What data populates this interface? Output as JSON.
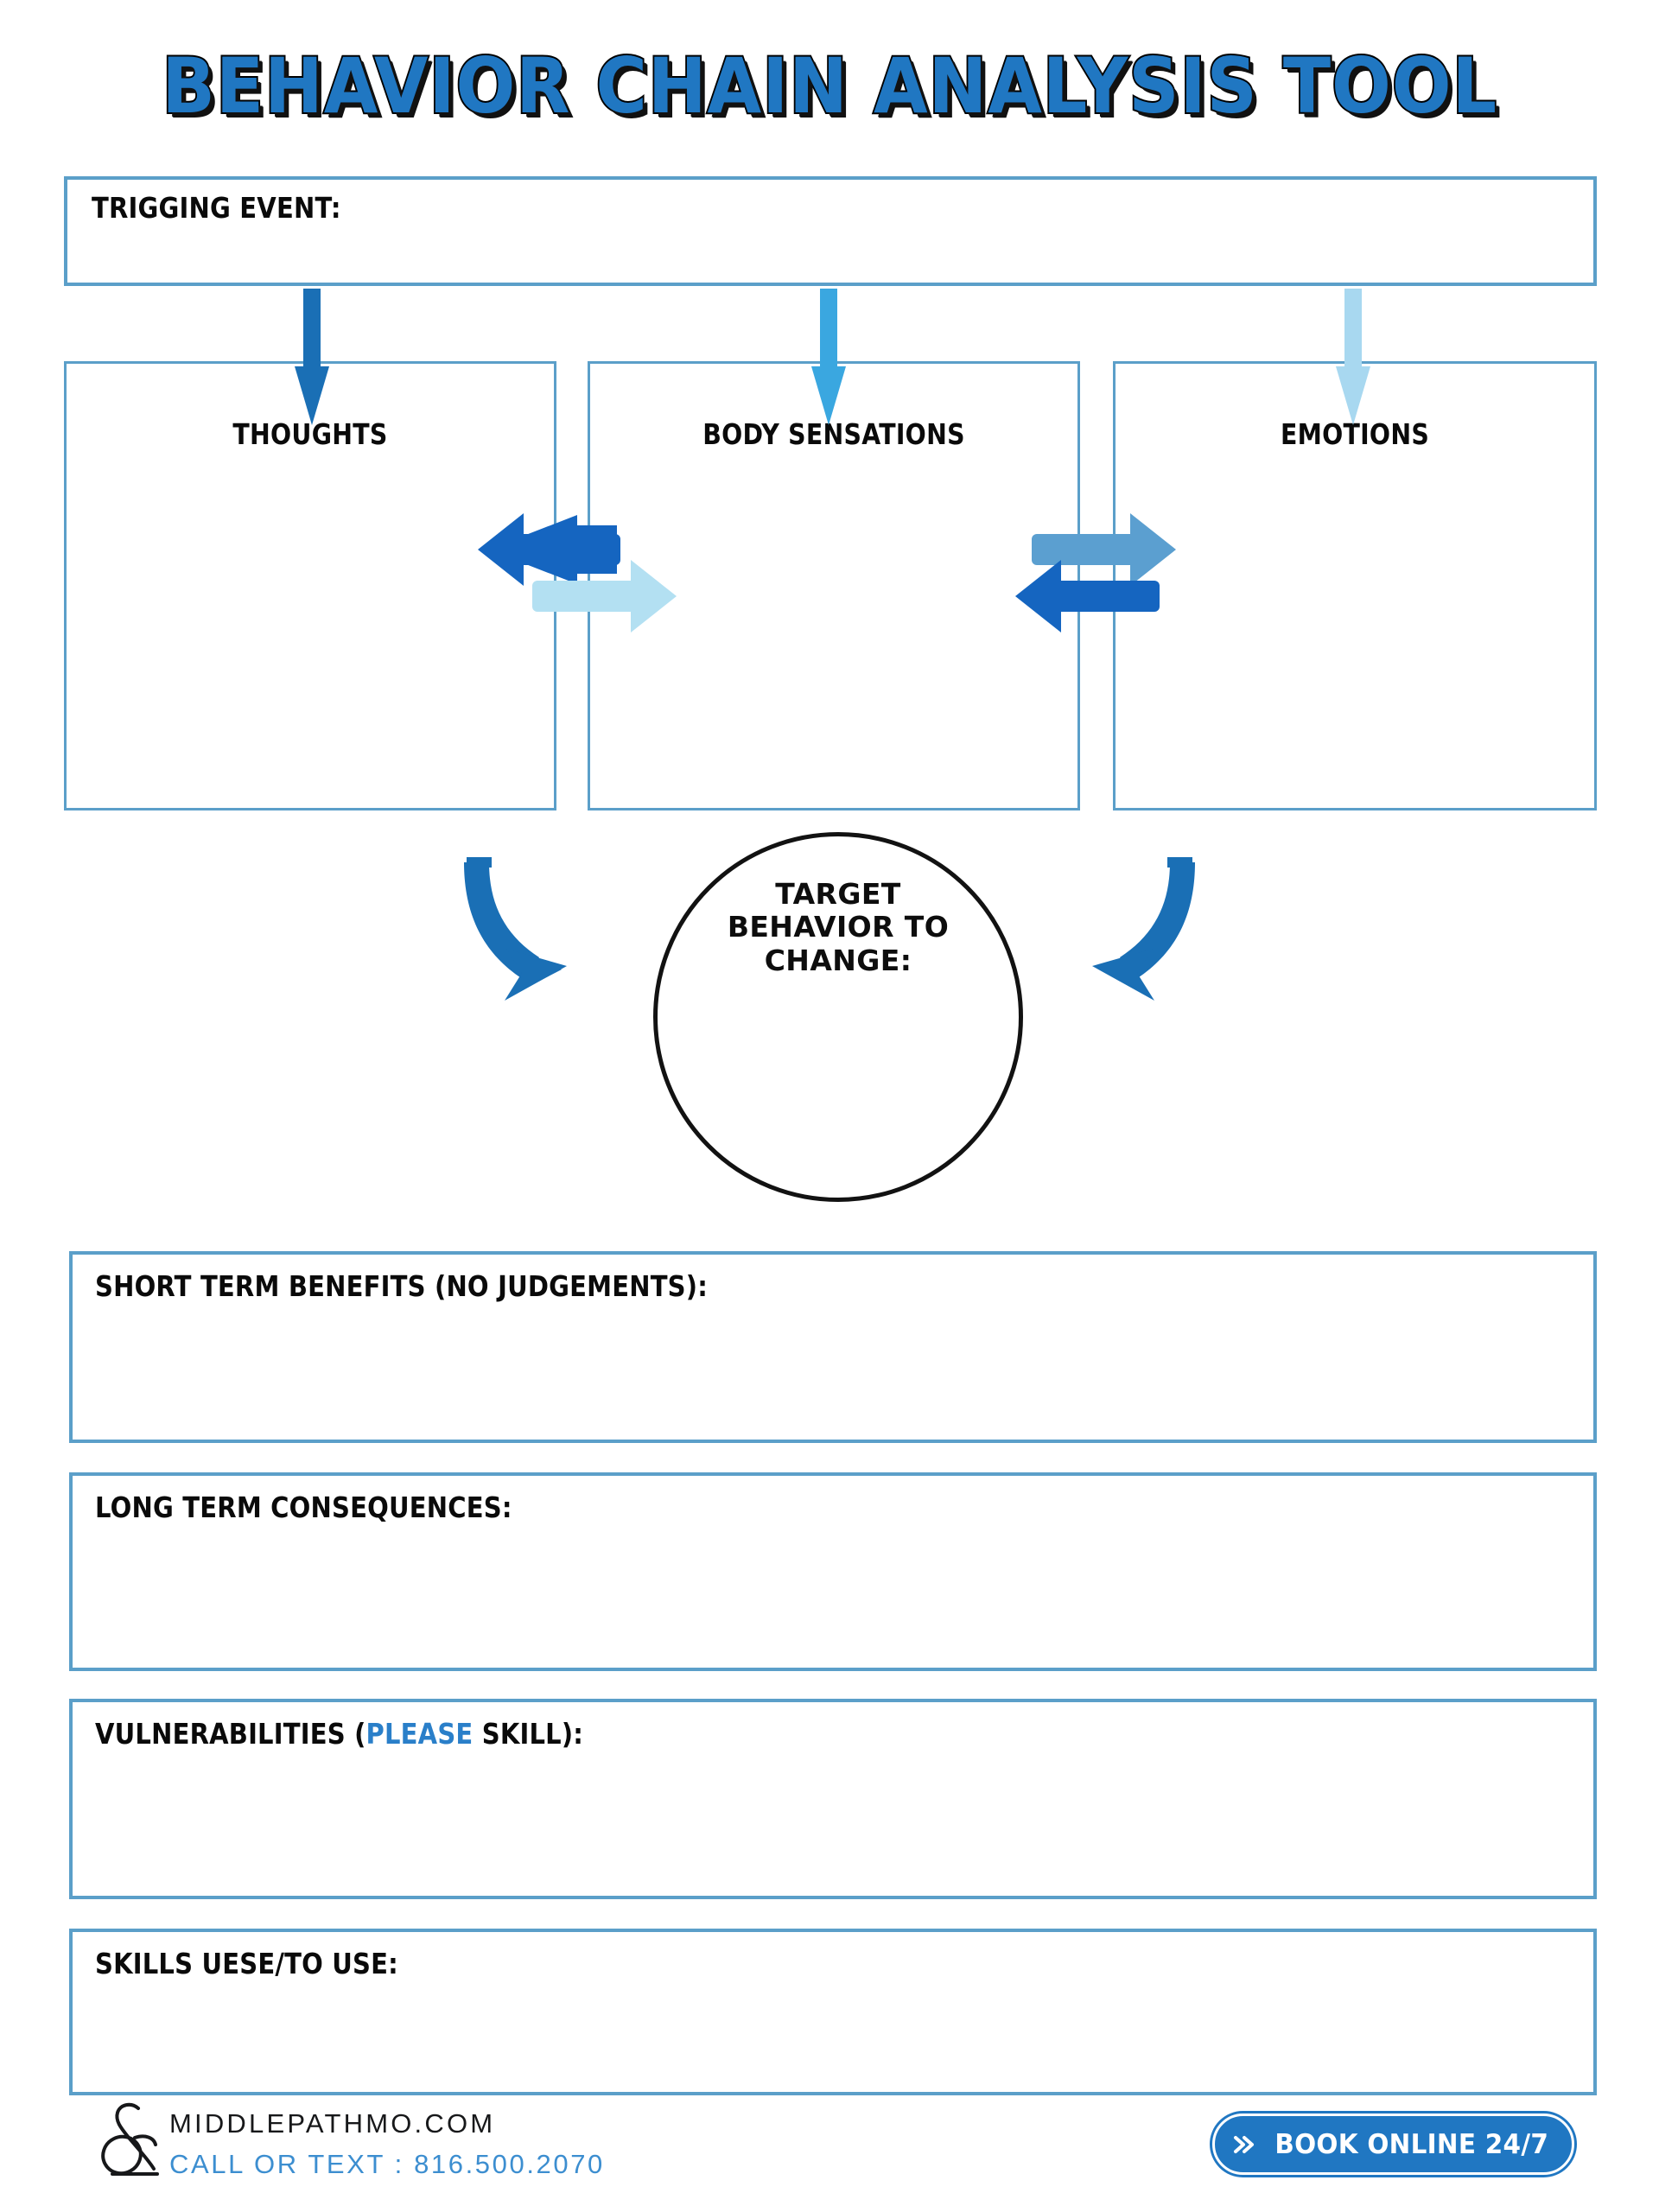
{
  "document": {
    "title": "BEHAVIOR CHAIN ANALYSIS TOOL"
  },
  "trigger": {
    "label": "TRIGGING EVENT:",
    "value": ""
  },
  "columns": [
    {
      "id": "thoughts",
      "label": "THOUGHTS",
      "value": "",
      "arrow_color": "#1a6fb5"
    },
    {
      "id": "body",
      "label": "BODY SENSATIONS",
      "value": "",
      "arrow_color": "#3aa7e0"
    },
    {
      "id": "emotions",
      "label": "EMOTIONS",
      "value": "",
      "arrow_color": "#a8d8f0"
    }
  ],
  "exchange_arrows": {
    "left_pair": [
      {
        "direction": "left",
        "color": "#1565c0"
      },
      {
        "direction": "right",
        "color": "#b3e0f2"
      }
    ],
    "right_pair": [
      {
        "direction": "right",
        "color": "#5b9fd0"
      },
      {
        "direction": "left",
        "color": "#1565c0"
      }
    ]
  },
  "curved_arrows": [
    {
      "id": "left-curve",
      "direction": "down-right",
      "color": "#1a6fb5"
    },
    {
      "id": "right-curve",
      "direction": "down-left",
      "color": "#1a6fb5"
    }
  ],
  "target": {
    "line1": "TARGET",
    "line2": "BEHAVIOR TO",
    "line3": "CHANGE:",
    "value": ""
  },
  "fields": [
    {
      "id": "short",
      "label": "SHORT TERM BENEFITS (NO JUDGEMENTS):",
      "value": ""
    },
    {
      "id": "long",
      "label": "LONG TERM CONSEQUENCES:",
      "value": ""
    },
    {
      "id": "vuln",
      "label_before": "VULNERABILITIES (",
      "label_highlight": "PLEASE",
      "label_after": " SKILL):",
      "value": ""
    },
    {
      "id": "skills",
      "label": "SKILLS UESE/TO USE:",
      "value": ""
    }
  ],
  "footer": {
    "logo_glyph": "&",
    "website": "MIDDLEPATHMO.COM",
    "phone_line": "CALL OR TEXT : 816.500.2070",
    "book_label": "BOOK ONLINE 24/7",
    "book_chevron": "chevron-double-right-icon"
  },
  "colors": {
    "box_border": "#5b9fc9",
    "accent_blue": "#2077c2",
    "title_blue": "#2077c2",
    "highlight_blue": "#2a7fc9",
    "phone_blue": "#3c8ed0",
    "dark_arrow": "#1565c0",
    "mid_arrow": "#5b9fd0",
    "light_arrow": "#b3e0f2"
  }
}
